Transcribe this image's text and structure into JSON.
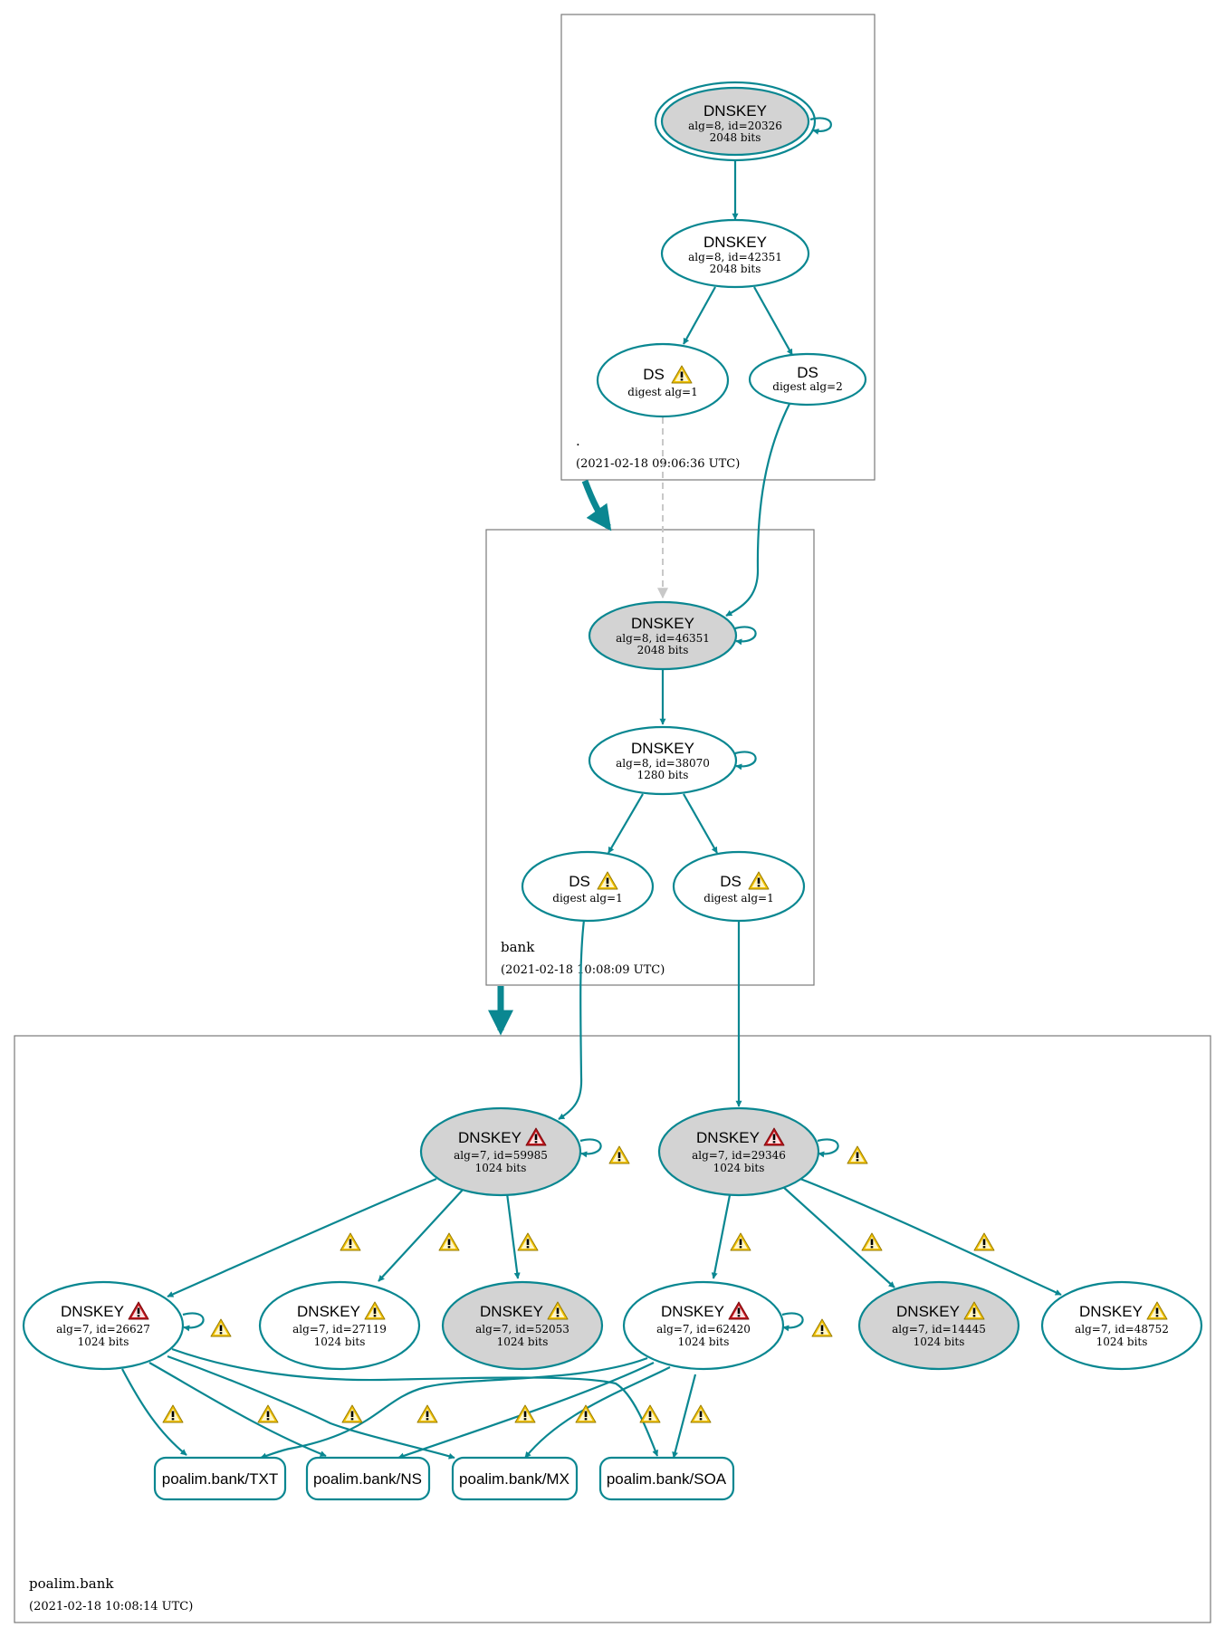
{
  "zones": [
    {
      "id": "root",
      "label": ".",
      "date": "(2021-02-18 09:06:36 UTC)"
    },
    {
      "id": "bank",
      "label": "bank",
      "date": "(2021-02-18 10:08:09 UTC)"
    },
    {
      "id": "poalim",
      "label": "poalim.bank",
      "date": "(2021-02-18 10:08:14 UTC)"
    }
  ],
  "nodes": [
    {
      "id": "root_ksk",
      "title": "DNSKEY",
      "line1": "alg=8, id=20326",
      "line2": "2048 bits"
    },
    {
      "id": "root_zsk",
      "title": "DNSKEY",
      "line1": "alg=8, id=42351",
      "line2": "2048 bits"
    },
    {
      "id": "ds_root_1",
      "title": "DS",
      "line1": "digest alg=1",
      "line2": ""
    },
    {
      "id": "ds_root_2",
      "title": "DS",
      "line1": "digest alg=2",
      "line2": ""
    },
    {
      "id": "bank_ksk",
      "title": "DNSKEY",
      "line1": "alg=8, id=46351",
      "line2": "2048 bits"
    },
    {
      "id": "bank_zsk",
      "title": "DNSKEY",
      "line1": "alg=8, id=38070",
      "line2": "1280 bits"
    },
    {
      "id": "ds_bank_a",
      "title": "DS",
      "line1": "digest alg=1",
      "line2": ""
    },
    {
      "id": "ds_bank_b",
      "title": "DS",
      "line1": "digest alg=1",
      "line2": ""
    },
    {
      "id": "pk_59985",
      "title": "DNSKEY",
      "line1": "alg=7, id=59985",
      "line2": "1024 bits"
    },
    {
      "id": "pk_29346",
      "title": "DNSKEY",
      "line1": "alg=7, id=29346",
      "line2": "1024 bits"
    },
    {
      "id": "pk_26627",
      "title": "DNSKEY",
      "line1": "alg=7, id=26627",
      "line2": "1024 bits"
    },
    {
      "id": "pk_27119",
      "title": "DNSKEY",
      "line1": "alg=7, id=27119",
      "line2": "1024 bits"
    },
    {
      "id": "pk_52053",
      "title": "DNSKEY",
      "line1": "alg=7, id=52053",
      "line2": "1024 bits"
    },
    {
      "id": "pk_62420",
      "title": "DNSKEY",
      "line1": "alg=7, id=62420",
      "line2": "1024 bits"
    },
    {
      "id": "pk_14445",
      "title": "DNSKEY",
      "line1": "alg=7, id=14445",
      "line2": "1024 bits"
    },
    {
      "id": "pk_48752",
      "title": "DNSKEY",
      "line1": "alg=7, id=48752",
      "line2": "1024 bits"
    }
  ],
  "rrsets": [
    {
      "id": "rr_txt",
      "label": "poalim.bank/TXT"
    },
    {
      "id": "rr_ns",
      "label": "poalim.bank/NS"
    },
    {
      "id": "rr_mx",
      "label": "poalim.bank/MX"
    },
    {
      "id": "rr_soa",
      "label": "poalim.bank/SOA"
    }
  ],
  "colors": {
    "edge": "#0a8791",
    "secure_entry_fill": "#d3d3d3",
    "warning": "#f2c200",
    "error": "#c0161c",
    "insecure_edge": "#c8c8c8",
    "zone_border": "#7a7a7a"
  },
  "icons": {
    "warning": "warning-icon",
    "error": "error-icon"
  }
}
